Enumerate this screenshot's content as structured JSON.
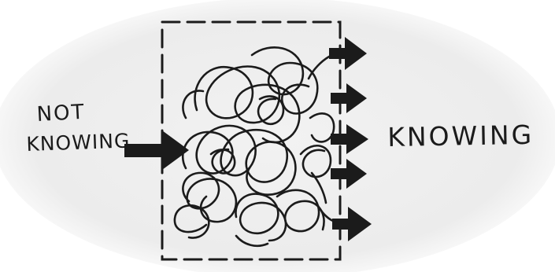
{
  "diagram": {
    "input_label_line1": "NOT",
    "input_label_line2": "KNOWING",
    "output_label": "KNOWING",
    "output_arrow_count": 5,
    "colors": {
      "ink": "#1b1b1b",
      "paper": "#efefef",
      "background": "#ffffff"
    }
  }
}
